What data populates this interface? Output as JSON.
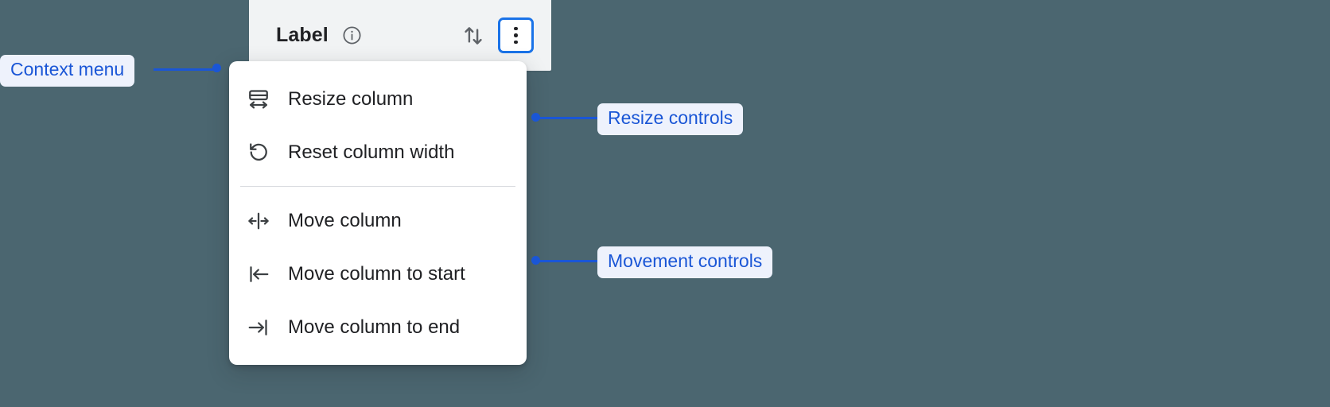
{
  "background_color": "#4b6670",
  "column_header": {
    "title": "Label",
    "info_icon": "info-circle-icon",
    "sort_icon": "sort-up-down-icon",
    "menu_button_icon": "kebab-more-vertical-icon",
    "menu_button_focus_color": "#1a73e8",
    "background_color": "#f1f3f4"
  },
  "context_menu": {
    "background_color": "#ffffff",
    "groups": [
      {
        "name": "resize-controls",
        "items": [
          {
            "icon": "resize-column-icon",
            "label": "Resize column"
          },
          {
            "icon": "reset-width-undo-icon",
            "label": "Reset column width"
          }
        ]
      },
      {
        "name": "movement-controls",
        "items": [
          {
            "icon": "move-column-icon",
            "label": "Move column"
          },
          {
            "icon": "move-column-to-start-icon",
            "label": "Move column to start"
          },
          {
            "icon": "move-column-to-end-icon",
            "label": "Move column to end"
          }
        ]
      }
    ]
  },
  "annotations": {
    "accent_color": "#1a56d6",
    "chip_background": "#eef2fc",
    "items": [
      {
        "id": "context-menu",
        "label": "Context menu"
      },
      {
        "id": "resize-controls",
        "label": "Resize controls"
      },
      {
        "id": "movement-controls",
        "label": "Movement controls"
      }
    ]
  }
}
